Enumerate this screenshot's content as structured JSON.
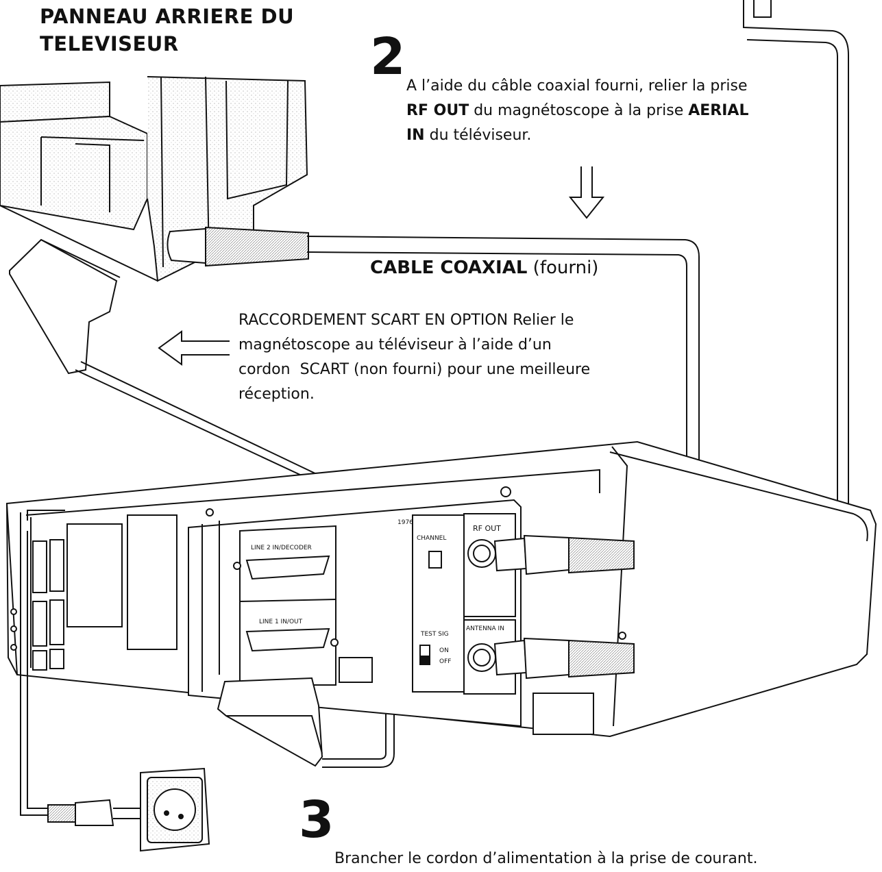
{
  "tv_panel_title_line1": "PANNEAU ARRIERE DU",
  "tv_panel_title_line2": "TELEVISEUR",
  "step2": {
    "number": "2",
    "line1": "A l’aide du câble coaxial fourni, relier la prise",
    "line2_bold_a": "RF OUT",
    "line2_text": " du magnétoscope à la prise ",
    "line2_bold_b": "AERIAL",
    "line3_bold": "IN",
    "line3_text": " du téléviseur."
  },
  "coax_label_bold": "CABLE COAXIAL",
  "coax_label_note": " (fourni)",
  "scart_text": {
    "line1": "RACCORDEMENT SCART EN OPTION Relier le",
    "line2": "magnétoscope au téléviseur à l’aide d’un",
    "line3": "cordon  SCART (non fourni) pour une meilleure",
    "line4": "réception."
  },
  "step3": {
    "number": "3",
    "text": "Brancher le cordon d’alimentation à la prise de courant."
  },
  "vcr_labels": {
    "line2": "LINE 2 IN/DECODER",
    "line1": "LINE 1 IN/OUT",
    "channel": "CHANNEL",
    "rf_out": "RF OUT",
    "test_sig": "TEST SIG",
    "on": "ON",
    "off": "OFF",
    "antenna_in": "ANTENNA IN",
    "model": "1976"
  }
}
